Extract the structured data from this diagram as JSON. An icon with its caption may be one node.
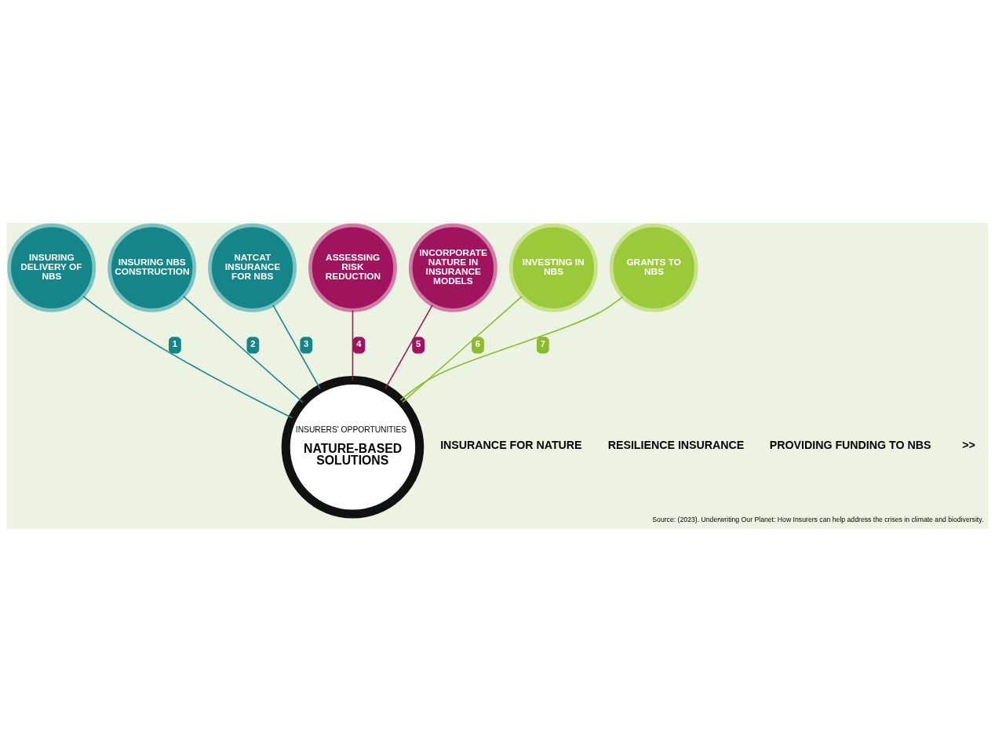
{
  "diagram": {
    "caption": "Source: (2023). Underwriting Our Planet: How Insurers can help address the crises in climate and biodiversity.",
    "nodes": [
      {
        "text": [
          "INSURERS' OPPORTUNITIES",
          "NATURE-BASED SOLUTIONS"
        ]
      },
      {
        "text": [
          "INSURING DELIVERY OF NBS"
        ]
      },
      {
        "text": [
          "INSURING NBS CONSTRUCTION"
        ]
      },
      {
        "text": [
          "NATCAT INSURANCE FOR NBS"
        ]
      },
      {
        "text": [
          "ASSESSING RISK REDUCTION"
        ]
      },
      {
        "text": [
          "INCORPORATE NATURE IN INSURANCE MODELS"
        ]
      },
      {
        "text": [
          "INVESTING IN NBS"
        ]
      },
      {
        "text": [
          "GRANTS TO NBS"
        ]
      }
    ],
    "edges": [
      {
        "from": 0,
        "to": 1,
        "arrow": "none",
        "label": "1"
      },
      {
        "from": 0,
        "to": 2,
        "arrow": "none",
        "label": "2"
      },
      {
        "from": 0,
        "to": 3,
        "arrow": "none",
        "label": "3"
      },
      {
        "from": 0,
        "to": 4,
        "arrow": "none",
        "label": "4",
        "color": "#a0145f"
      },
      {
        "from": 0,
        "to": 5,
        "arrow": "none",
        "label": "5",
        "color": "#a0145f"
      },
      {
        "from": 0,
        "to": 6,
        "arrow": "none",
        "label": "6",
        "color": "#8dbb2e"
      },
      {
        "from": 0,
        "to": 7,
        "arrow": "none",
        "label": "7",
        "color": "#8dbb2e"
      }
    ],
    "labels": [
      "INSURANCE FOR NATURE",
      "RESILIENCE INSURANCE",
      "PROVIDING FUNDING TO NBS",
      ">>"
    ]
  }
}
